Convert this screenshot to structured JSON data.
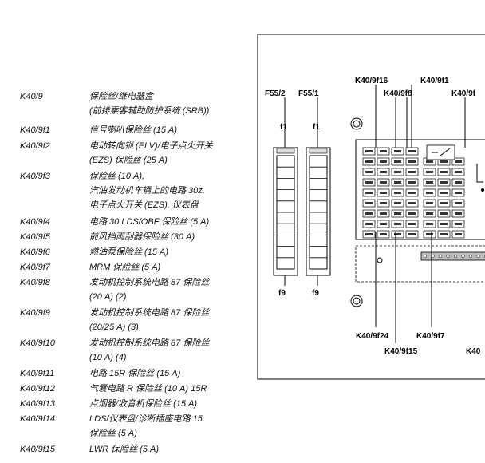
{
  "legend": [
    {
      "code": "K40/9",
      "desc": "保险丝/继电器盒\n(前排乘客辅助防护系统 (SRB))"
    },
    {
      "code": "K40/9f1",
      "desc": "信号喇叭保险丝 (15 A)"
    },
    {
      "code": "K40/9f2",
      "desc": "电动转向锁 (ELV)/电子点火开关\n(EZS) 保险丝 (25 A)"
    },
    {
      "code": "K40/9f3",
      "desc": "保险丝 (10 A),\n汽油发动机车辆上的电路 30z,\n电子点火开关 (EZS), 仪表盘"
    },
    {
      "code": "K40/9f4",
      "desc": "电路 30 LDS/OBF 保险丝 (5 A)"
    },
    {
      "code": "K40/9f5",
      "desc": "前风挡雨刮器保险丝 (30 A)"
    },
    {
      "code": "K40/9f6",
      "desc": "燃油泵保险丝 (15 A)"
    },
    {
      "code": "K40/9f7",
      "desc": "MRM 保险丝 (5 A)"
    },
    {
      "code": "K40/9f8",
      "desc": "发动机控制系统电路 87 保险丝\n(20 A) (2)"
    },
    {
      "code": "K40/9f9",
      "desc": "发动机控制系统电路 87 保险丝\n(20/25 A) (3)"
    },
    {
      "code": "K40/9f10",
      "desc": "发动机控制系统电路 87 保险丝\n(10 A) (4)"
    },
    {
      "code": "K40/9f11",
      "desc": "电路 15R 保险丝 (15 A)"
    },
    {
      "code": "K40/9f12",
      "desc": "气囊电路 R 保险丝 (10 A) 15R"
    },
    {
      "code": "K40/9f13",
      "desc": "点烟器/收音机保险丝 (15 A)"
    },
    {
      "code": "K40/9f14",
      "desc": "LDS/仪表盘/诊断插座电路 15\n保险丝 (5 A)"
    },
    {
      "code": "K40/9f15",
      "desc": "LWR 保险丝 (5 A)"
    }
  ],
  "diagram": {
    "labels": {
      "f55_2": "F55/2",
      "f55_1": "F55/1",
      "f1_a": "f1",
      "f1_b": "f1",
      "f9_a": "f9",
      "f9_b": "f9",
      "k40_9f16": "K40/9f16",
      "k40_9f1": "K40/9f1",
      "k40_9f8": "K40/9f8",
      "k40_9f_right": "K40/9f",
      "k40_9f24": "K40/9f24",
      "k40_9f7": "K40/9f7",
      "k40_9f15": "K40/9f15",
      "k40_bottom_right": "K40"
    }
  }
}
